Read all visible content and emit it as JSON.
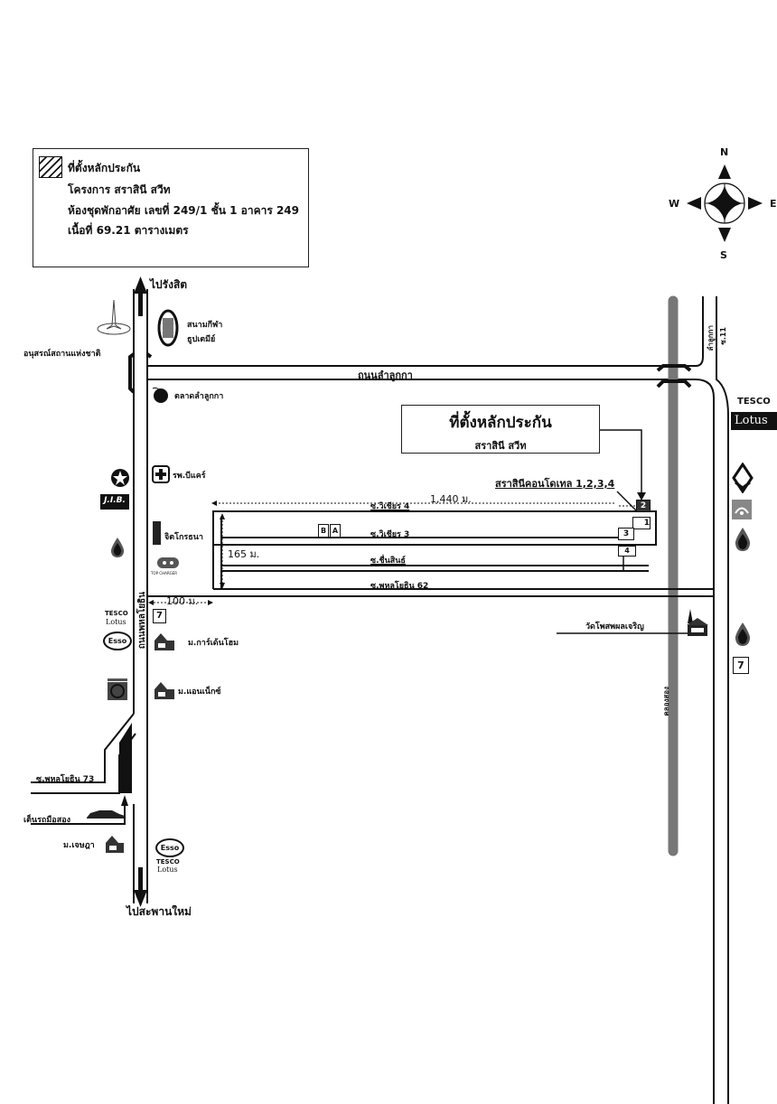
{
  "legend": {
    "swatch_icon": "hatched-area-icon",
    "title": "ที่ตั้งหลักประกัน",
    "project": "โครงการ สราสินี สวีท",
    "unit": "ห้องชุดพักอาศัย เลขที่ 249/1 ชั้น 1 อาคาร 249",
    "area": "เนื้อที่ 69.21 ตารางเมตร"
  },
  "compass": {
    "north": "N",
    "south": "S",
    "east": "E",
    "west": "W"
  },
  "directions": {
    "to_north": "ไปรังสิต",
    "to_south": "ไปสะพานใหม่"
  },
  "roads": {
    "main_road": "ถนนพหลโยธิน",
    "lam_luk_ka_road": "ถนนลำลูกกา",
    "lam_luk_ka_vertical": "ลำลูกกา",
    "soi_11": "ซ.11",
    "soi_wichian_4": "ซ.วิเชียร 4",
    "soi_wichian_3": "ซ.วิเชียร 3",
    "soi_chuensin": "ซ.ชื่นสินธ์",
    "soi_phahon_62": "ซ.พหลโยธิน 62",
    "soi_phahon_73": "ซ.พหลโยธิน 73",
    "canal": "คลองสอง"
  },
  "distances": {
    "d1440": "1,440 ม.",
    "d165": "165 ม.",
    "d100": "100 ม."
  },
  "location_box": {
    "title": "ที่ตั้งหลักประกัน",
    "subtitle": "สราสินี สวีท"
  },
  "landmarks": {
    "monument": "อนุสรณ์สถานแห่งชาติ",
    "stadium_line1": "สนามกีฬา",
    "stadium_line2": "ธูปเตมีย์",
    "market": "ตลาดลำลูกกา",
    "hospital": "รพ.บีแคร์",
    "billboard": "จิตโกรธนา",
    "condo": "สราสินีคอนโดเทล 1,2,3,4",
    "garden_home": "ม.การ์เด้นโฮม",
    "annex": "ม.แอนเน็กซ์",
    "temple": "วัดโพสพผลเจริญ",
    "used_cars": "เต็นรถมือสอง",
    "chetsada": "ม.เจษฎา",
    "top_charger": "TOP CHARGER",
    "jib": "J.I.B.",
    "tesco": "TESCO",
    "lotus": "Lotus",
    "esso": "Esso"
  },
  "building_labels": {
    "b": "B",
    "a": "A",
    "one": "1",
    "two": "2",
    "three": "3",
    "four": "4"
  }
}
